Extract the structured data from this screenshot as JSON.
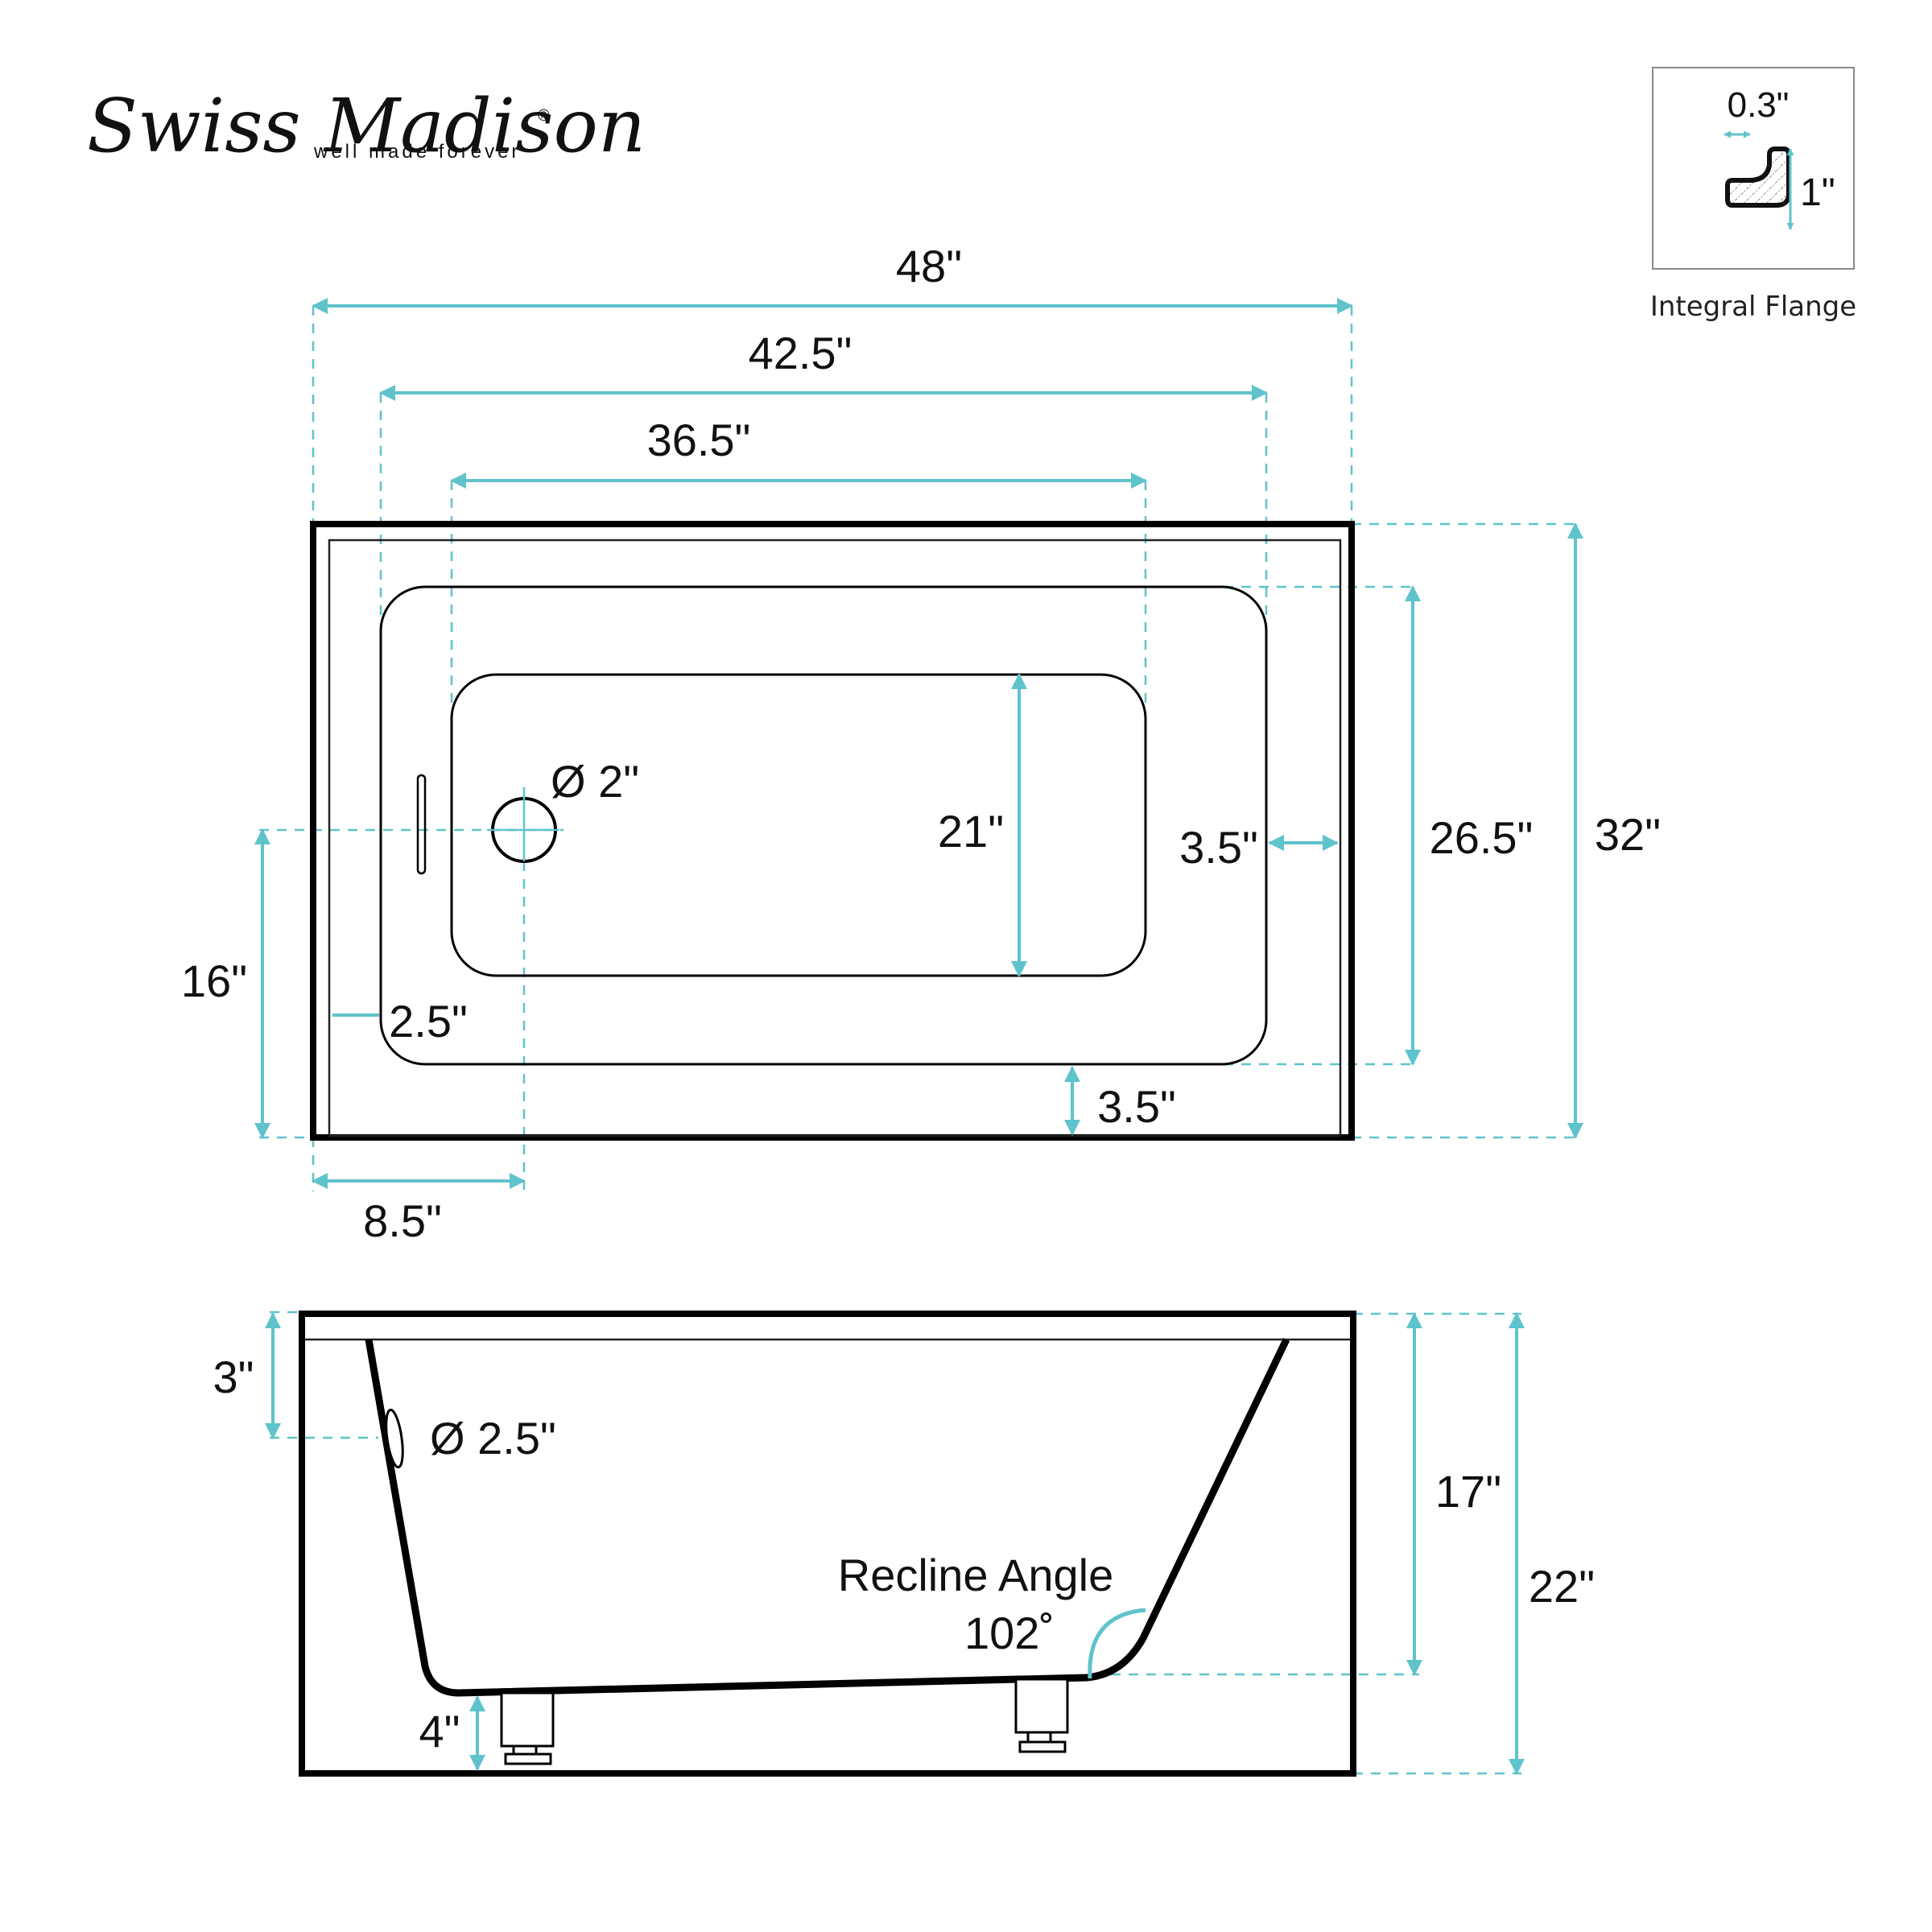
{
  "brand": {
    "name": "Swiss Madison",
    "registered_mark": "®",
    "tagline": "well made forever"
  },
  "colors": {
    "dimension": "#5fc3cc",
    "outline": "#000000",
    "text": "#111111",
    "background": "#ffffff",
    "inset_border": "#8a8a8a"
  },
  "inset": {
    "caption": "Integral Flange",
    "width_label": "0.3\"",
    "height_label": "1\""
  },
  "plan_view": {
    "overall_length": "48\"",
    "basin_length": "42.5\"",
    "bottom_length": "36.5\"",
    "overall_width": "32\"",
    "basin_width": "26.5\"",
    "bottom_width": "21\"",
    "drain_diameter": "Ø 2\"",
    "rim_right": "3.5\"",
    "rim_front": "3.5\"",
    "rim_left": "2.5\"",
    "drain_from_front": "16\"",
    "drain_from_left": "8.5\""
  },
  "side_view": {
    "overflow_from_top": "3\"",
    "overflow_diameter": "Ø 2.5\"",
    "interior_depth": "17\"",
    "overall_height": "22\"",
    "recline_label": "Recline Angle",
    "recline_value": "102˚",
    "floor_clearance": "4\""
  }
}
